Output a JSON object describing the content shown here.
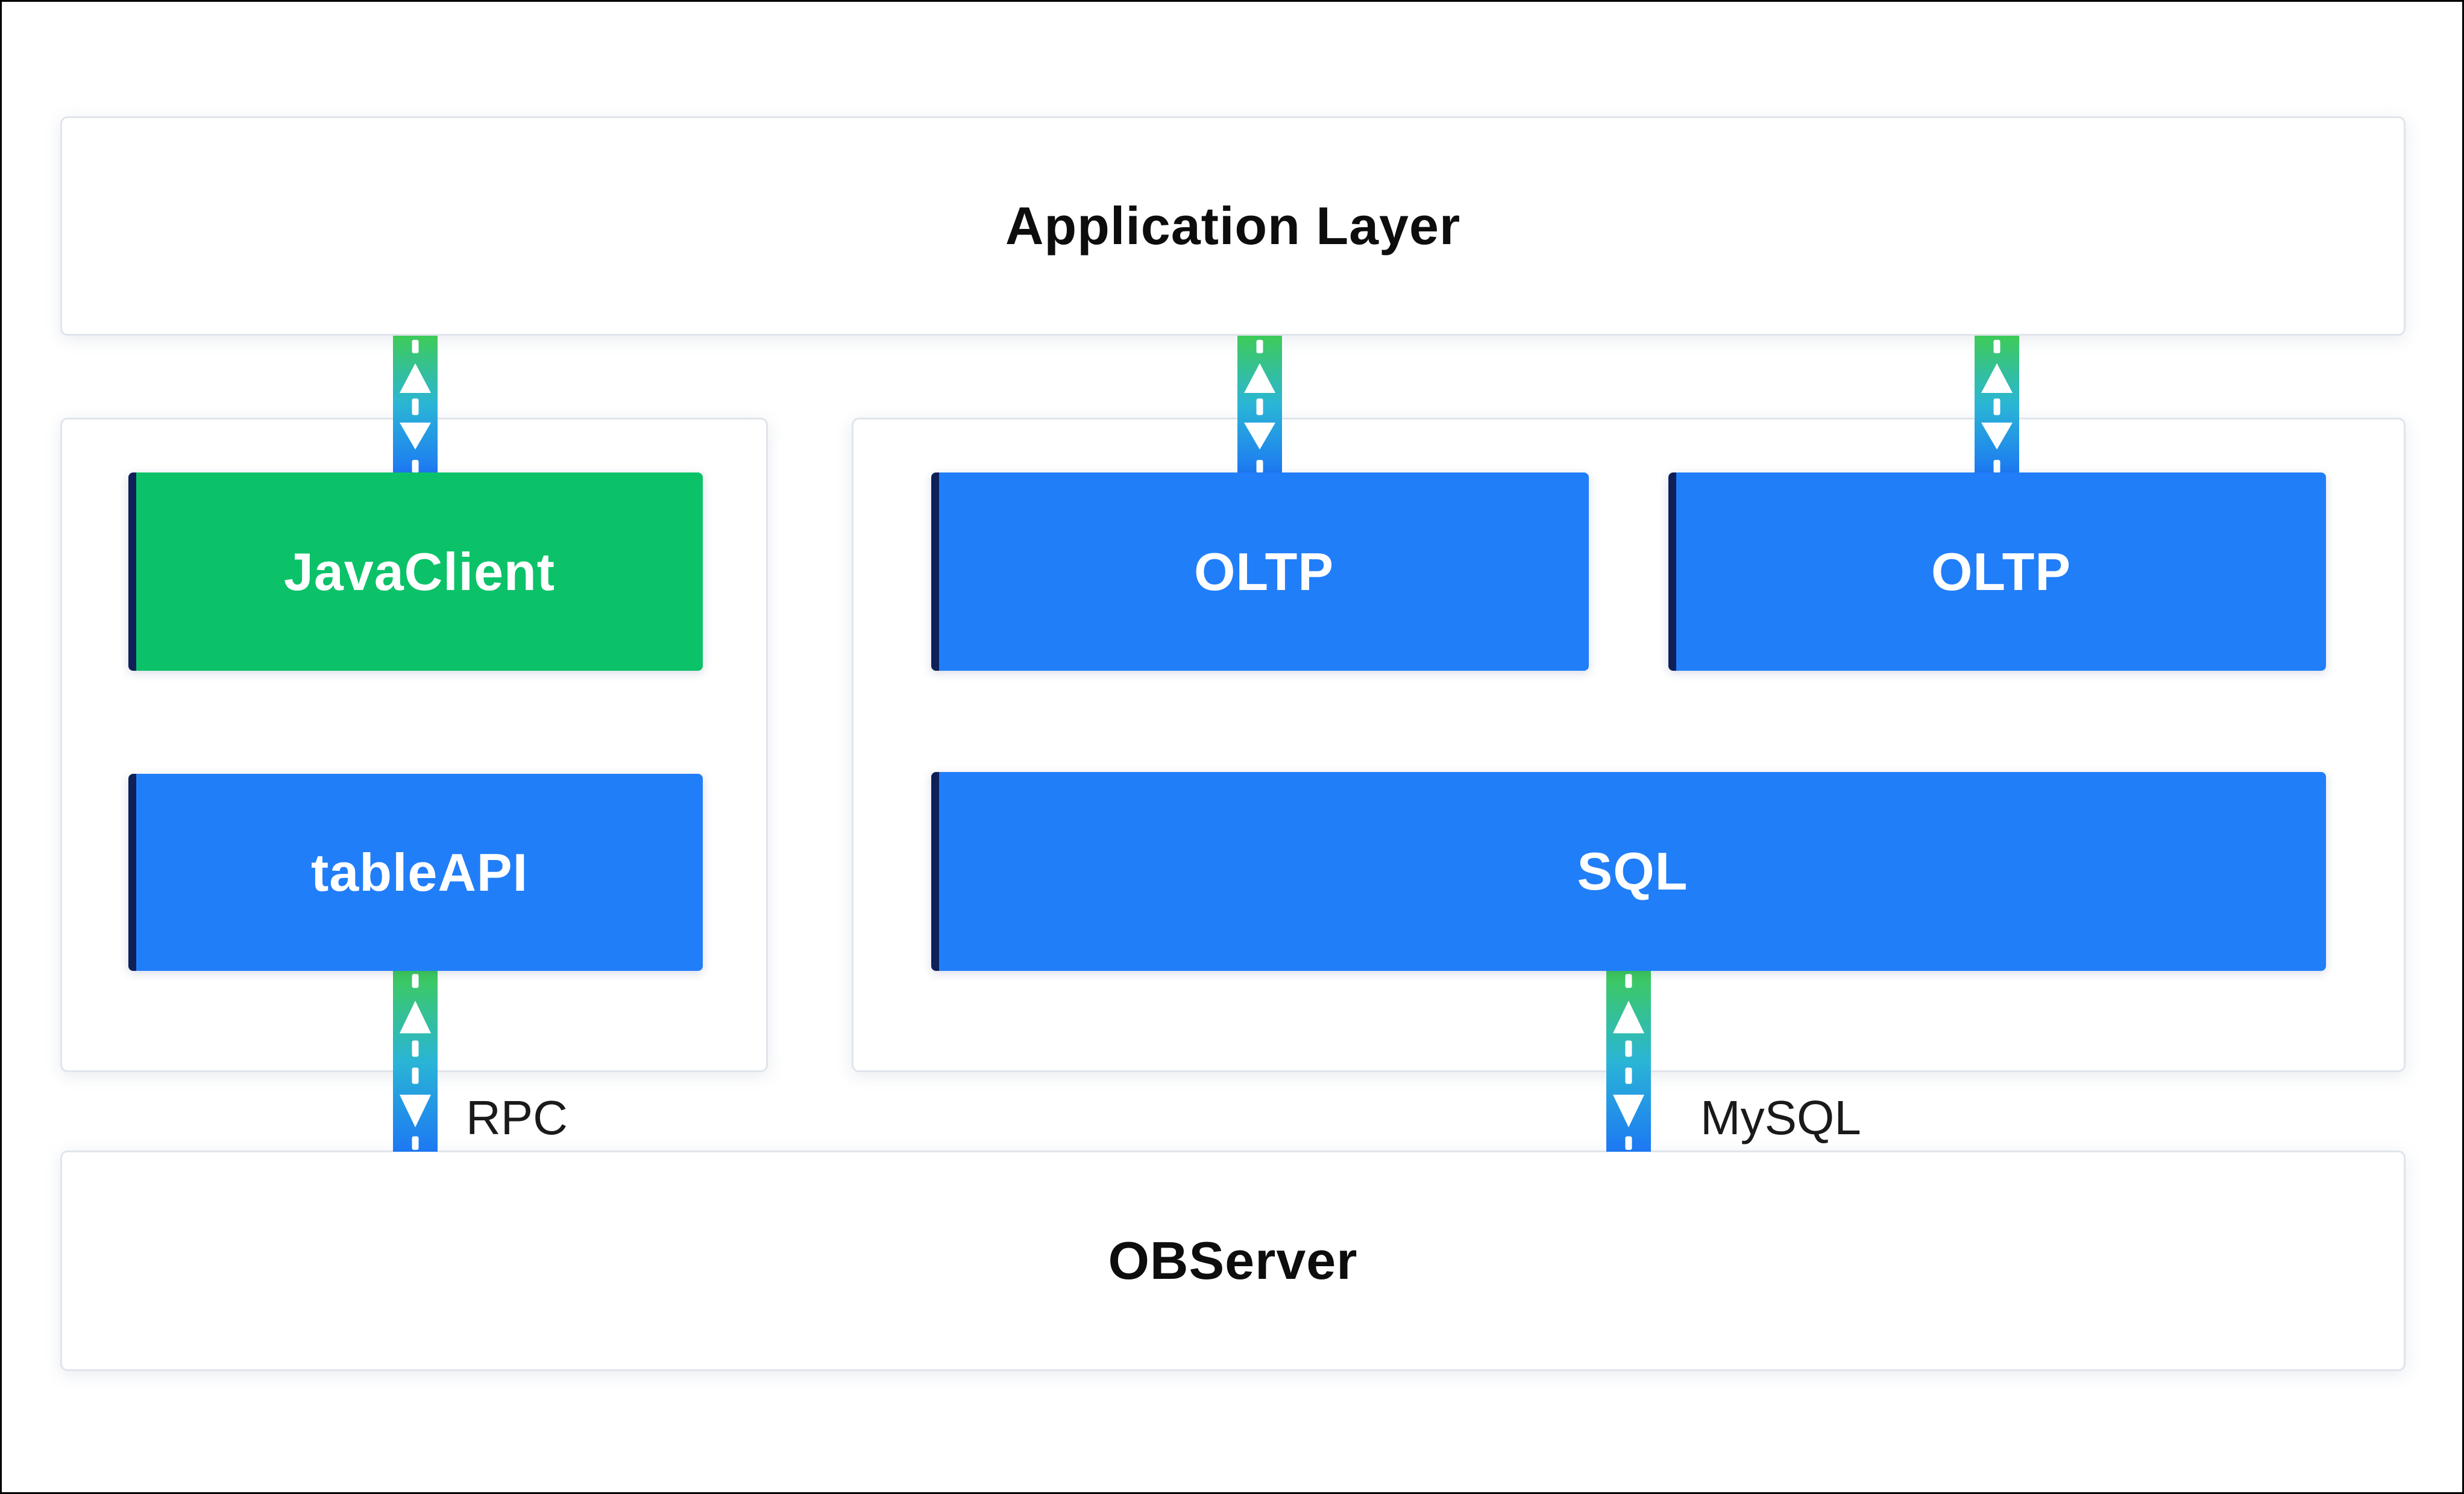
{
  "diagram": {
    "application_layer": {
      "label": "Application Layer"
    },
    "ob_server": {
      "label": "OBServer"
    },
    "client_group": {
      "nodes": [
        {
          "label": "JavaClient",
          "color": "green"
        },
        {
          "label": "tableAPI",
          "color": "blue"
        }
      ]
    },
    "sql_group": {
      "nodes": [
        {
          "label": "OLTP",
          "color": "blue"
        },
        {
          "label": "OLTP",
          "color": "blue"
        },
        {
          "label": "SQL",
          "color": "blue"
        }
      ]
    },
    "connections": {
      "rpc_label": "RPC",
      "mysql_label": "MySQL"
    },
    "colors": {
      "box_green": "#0bc269",
      "box_blue": "#217ef9",
      "edge_navy": "#0e2057",
      "arrow_top": "#3ecb58",
      "arrow_mid": "#2ab5d6",
      "arrow_bottom": "#1d78f3",
      "title_text": "#0d0d0d",
      "label_text": "#ffffff",
      "annotation_text": "#1a1a1a"
    }
  }
}
